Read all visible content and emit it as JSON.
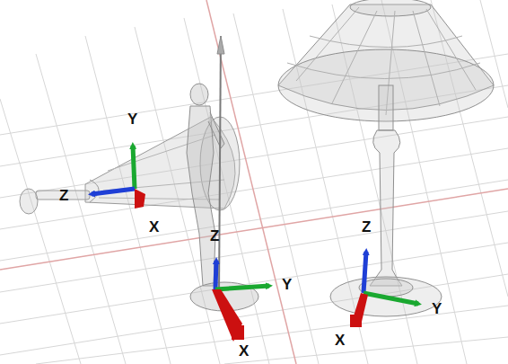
{
  "diagram": {
    "labels": [
      "Y",
      "Z",
      "X",
      "Z",
      "Y",
      "X",
      "Z",
      "Y",
      "X"
    ]
  }
}
